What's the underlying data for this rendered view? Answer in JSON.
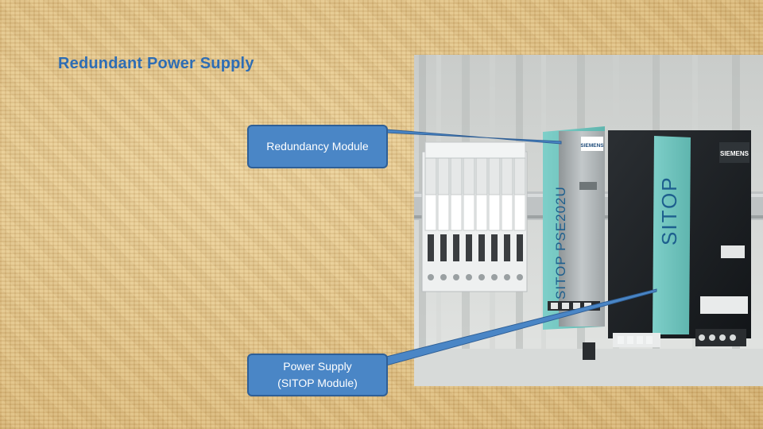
{
  "slide": {
    "title": "Redundant Power Supply"
  },
  "callouts": {
    "redundancy_module": "Redundancy Module",
    "power_supply_line1": "Power Supply",
    "power_supply_line2": "(SITOP Module)"
  },
  "photo": {
    "redundancy_brand": "SIEMENS",
    "redundancy_model": "SITOP PSE202U",
    "psu_brand": "SIEMENS",
    "psu_model": "SITOP"
  },
  "colors": {
    "title": "#2e6db4",
    "callout_fill": "#4a86c6",
    "callout_border": "#2f5f96"
  }
}
